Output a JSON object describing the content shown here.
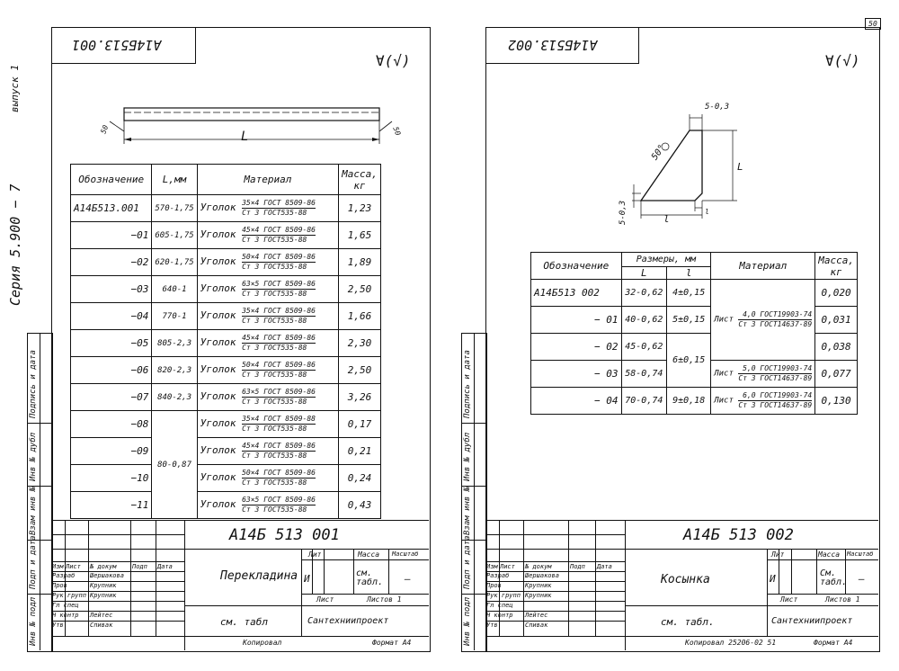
{
  "page_number": "50",
  "left": {
    "stamp_code": "А14Б513.001",
    "roughness": "∀(√)",
    "series_label": "Серия 5.900 − 7",
    "issue_label": "выпуск 1",
    "dim_angle": "50",
    "dim_angle2": "50",
    "dim_length": "L",
    "table": {
      "headers": [
        "Обозначение",
        "L,мм",
        "Материал",
        "Масса, кг"
      ],
      "rows": [
        {
          "id": "А14Б513.001",
          "len": "570-1,75",
          "kind": "Уголок",
          "top": "35×4   ГОСТ 8509-86",
          "bot": "Ст 3     ГОСТ535-88",
          "mass": "1,23"
        },
        {
          "id": "−01",
          "len": "605-1,75",
          "kind": "Уголок",
          "top": "45×4     ГОСТ 8509-86",
          "bot": "Ст 3     ГОСТ535-88",
          "mass": "1,65"
        },
        {
          "id": "−02",
          "len": "620-1,75",
          "kind": "Уголок",
          "top": "50×4  ГОСТ 8509-86",
          "bot": "Ст 3     ГОСТ535-88",
          "mass": "1,89"
        },
        {
          "id": "−03",
          "len": "640-1",
          "kind": "Уголок",
          "top": "63×5  ГОСТ 8509-86",
          "bot": "Ст 3     ГОСТ535-88",
          "mass": "2,50"
        },
        {
          "id": "−04",
          "len": "770-1",
          "kind": "Уголок",
          "top": "35×4    ГОСТ 8509-86",
          "bot": "Ст 3     ГОСТ535-88",
          "mass": "1,66"
        },
        {
          "id": "−05",
          "len": "805-2,3",
          "kind": "Уголок",
          "top": "45×4     ГОСТ 8509-86",
          "bot": "Ст 3     ГОСТ535-88",
          "mass": "2,30"
        },
        {
          "id": "−06",
          "len": "820-2,3",
          "kind": "Уголок",
          "top": "50×4    ГОСТ 8509-86",
          "bot": "Ст 3     ГОСТ535-88",
          "mass": "2,50"
        },
        {
          "id": "−07",
          "len": "840-2,3",
          "kind": "Уголок",
          "top": "63×5     ГОСТ 8509-86",
          "bot": "Ст 3     ГОСТ535-88",
          "mass": "3,26"
        },
        {
          "id": "−08",
          "len": "",
          "kind": "Уголок",
          "top": "35×4    ГОСТ 8509-88",
          "bot": "Ст 3     ГОСТ535-88",
          "mass": "0,17"
        },
        {
          "id": "−09",
          "len": "",
          "kind": "Уголок",
          "top": "45×4     ГОСТ 8509-86",
          "bot": "Ст 3     ГОСТ535-88",
          "mass": "0,21"
        },
        {
          "id": "−10",
          "len": "80-0,87",
          "kind": "Уголок",
          "top": "50×4    ГОСТ 8509-86",
          "bot": "Ст 3     ГОСТ535-88",
          "mass": "0,24"
        },
        {
          "id": "−11",
          "len": "",
          "kind": "Уголок",
          "top": "63×5    ГОСТ 8509-86",
          "bot": "Ст 3     ГОСТ535-88",
          "mass": "0,43"
        }
      ]
    },
    "titleblock": {
      "code": "А14Б 513 001",
      "name": "Перекладина",
      "lit_h": "Лит",
      "mass_h": "Масса",
      "scale_h": "Масштаб",
      "lit": "И",
      "mass": "см. табл.",
      "scale": "—",
      "sheet": "Лист",
      "sheets": "Листов 1",
      "see": "см. табл",
      "org": "Сантехниипроект",
      "copied": "Копировал",
      "format": "Формат А4",
      "head": [
        "Изм",
        "Лист",
        "№ докум",
        "Подп",
        "Дата"
      ],
      "people": [
        [
          "Разраб",
          "Шершакова"
        ],
        [
          "Пров",
          "Крупник"
        ],
        [
          "Рук групп",
          "Крупник"
        ],
        [
          "Гл спец",
          ""
        ],
        [
          "Н контр",
          "Лейтес"
        ],
        [
          "Утв",
          "Спивак"
        ]
      ]
    },
    "side_labels": [
      "Инв № подл",
      "Подп и дата",
      "Взам инв №",
      "Инв № дубл",
      "Подпись и дата"
    ]
  },
  "right": {
    "stamp_code": "А14Б513.002",
    "roughness": "∀(√)",
    "dims": {
      "top": "5-0,3",
      "left": "5-0,3",
      "angle": "50°",
      "L": "L",
      "l": "l",
      "l2": "l"
    },
    "table": {
      "headers": [
        "Обозначение",
        "Размеры, мм",
        "Материал",
        "Масса, кг"
      ],
      "sub": [
        "L",
        "l"
      ],
      "rows": [
        {
          "id": "А14Б513 002",
          "L": "32-0,62",
          "l": "4±0,15",
          "mat1": "Лист",
          "mat2": "4,0 ГОСТ19903-74",
          "mat3": "Ст 3 ГОСТ14637-89",
          "mass": "0,020"
        },
        {
          "id": "− 01",
          "L": "40-0,62",
          "l": "5±0,15",
          "mat1": "",
          "mat2": "",
          "mat3": "",
          "mass": "0,031"
        },
        {
          "id": "− 02",
          "L": "45-0,62",
          "l": "6±0,15",
          "mat1": "",
          "mat2": "",
          "mat3": "",
          "mass": "0,038"
        },
        {
          "id": "− 03",
          "L": "58-0,74",
          "l": "",
          "mat1": "Лист",
          "mat2": "5,0 ГОСТ19903-74",
          "mat3": "Ст 3 ГОСТ14637-89",
          "mass": "0,077"
        },
        {
          "id": "− 04",
          "L": "70-0,74",
          "l": "9±0,18",
          "mat1": "Лист",
          "mat2": "6,0 ГОСТ19903-74",
          "mat3": "Ст 3 ГОСТ14637-89",
          "mass": "0,130"
        }
      ]
    },
    "titleblock": {
      "code": "А14Б 513 002",
      "name": "Косынка",
      "lit_h": "Лит",
      "mass_h": "Масса",
      "scale_h": "Масштаб",
      "lit": "И",
      "mass": "См. табл.",
      "scale": "—",
      "sheet": "Лист",
      "sheets": "Листов 1",
      "see": "см. табл.",
      "org": "Сантехниипроект",
      "copied": "Копировал 25206-02  51",
      "format": "Формат А4",
      "head": [
        "Изм",
        "Лист",
        "№ докум",
        "Подп",
        "Дата"
      ],
      "people": [
        [
          "Разраб",
          "Шершакова"
        ],
        [
          "Пров",
          "Крупник"
        ],
        [
          "Рук групп",
          "Крупник"
        ],
        [
          "Гл спец",
          ""
        ],
        [
          "Н контр",
          "Лейтес"
        ],
        [
          "Утв",
          "Спивак"
        ]
      ]
    },
    "side_labels": [
      "Инв № подл",
      "Подп и дата",
      "Взам инв №",
      "Инв № дубл",
      "Подпись и дата"
    ]
  }
}
